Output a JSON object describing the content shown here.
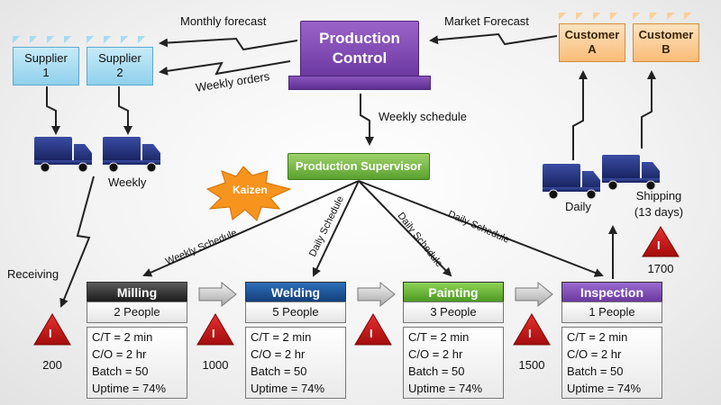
{
  "title": "",
  "control": {
    "line1": "Production",
    "line2": "Control"
  },
  "supervisor": "Production Supervisor",
  "kaizen": "Kaizen",
  "suppliers": [
    {
      "line1": "Supplier",
      "line2": "1"
    },
    {
      "line1": "Supplier",
      "line2": "2"
    }
  ],
  "customers": [
    {
      "line1": "Customer",
      "line2": "A"
    },
    {
      "line1": "Customer",
      "line2": "B"
    }
  ],
  "flows": {
    "monthly_forecast": "Monthly forecast",
    "weekly_orders": "Weekly orders",
    "market_forecast": "Market Forecast",
    "weekly_schedule": "Weekly schedule",
    "weekly_schedule_branch": "Weekly Schedule",
    "daily_schedule_1": "Daily Schedule",
    "daily_schedule_2": "Daily Schedule",
    "daily_schedule_3": "Daily Schedule"
  },
  "logistics": {
    "weekly": "Weekly",
    "receiving": "Receiving",
    "daily": "Daily",
    "shipping_line1": "Shipping",
    "shipping_line2": "(13 days)"
  },
  "inventory_symbol": "I",
  "inventory": [
    "200",
    "1000",
    "1500",
    "1700"
  ],
  "processes": [
    {
      "name": "Milling",
      "people": "2 People",
      "ct": "C/T = 2 min",
      "co": "C/O = 2 hr",
      "batch": "Batch = 50",
      "uptime": "Uptime = 74%"
    },
    {
      "name": "Welding",
      "people": "5 People",
      "ct": "C/T = 2 min",
      "co": "C/O = 2 hr",
      "batch": "Batch = 50",
      "uptime": "Uptime = 74%"
    },
    {
      "name": "Painting",
      "people": "3 People",
      "ct": "C/T = 2 min",
      "co": "C/O = 2 hr",
      "batch": "Batch = 50",
      "uptime": "Uptime = 74%"
    },
    {
      "name": "Inspection",
      "people": "1 People",
      "ct": "C/T = 2 min",
      "co": "C/O = 2 hr",
      "batch": "Batch = 50",
      "uptime": "Uptime = 74%"
    }
  ],
  "colors": {
    "supplier": "#9fd8f0",
    "customer": "#fbcb8f",
    "control": "#7e48b4",
    "supervisor": "#72b33f",
    "milling": "#2a2a2a",
    "welding": "#1f5a9e",
    "painting": "#6ab63a",
    "inspection": "#7e4db8",
    "truck": "#1f2f78",
    "inventory": "#c81414",
    "kaizen": "#f7941d"
  }
}
